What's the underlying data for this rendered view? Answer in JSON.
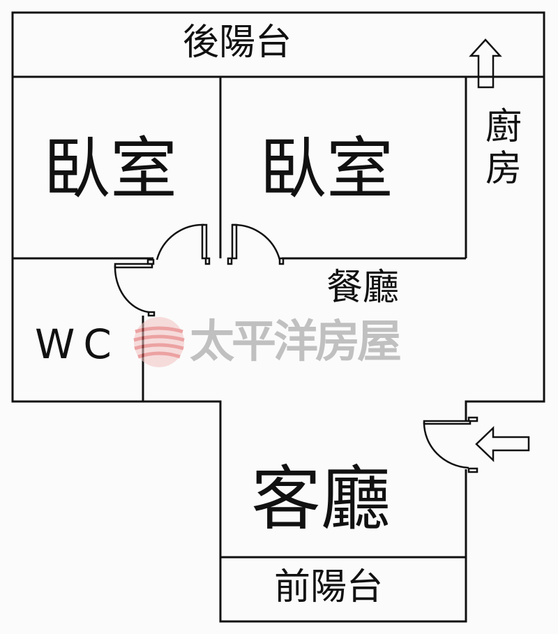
{
  "rooms": {
    "rear_balcony": "後陽台",
    "bedroom_1": "臥室",
    "bedroom_2": "臥室",
    "kitchen": "廚房",
    "dining": "餐廳",
    "wc": "WC",
    "living": "客廳",
    "front_balcony": "前陽台"
  },
  "watermark": {
    "brand": "太平洋房屋",
    "logo_color": "#e05a5a",
    "text_color": "#a0a0a0"
  },
  "icons": {
    "exit_arrow": "arrow-up-icon",
    "entrance_arrow": "arrow-left-icon"
  }
}
